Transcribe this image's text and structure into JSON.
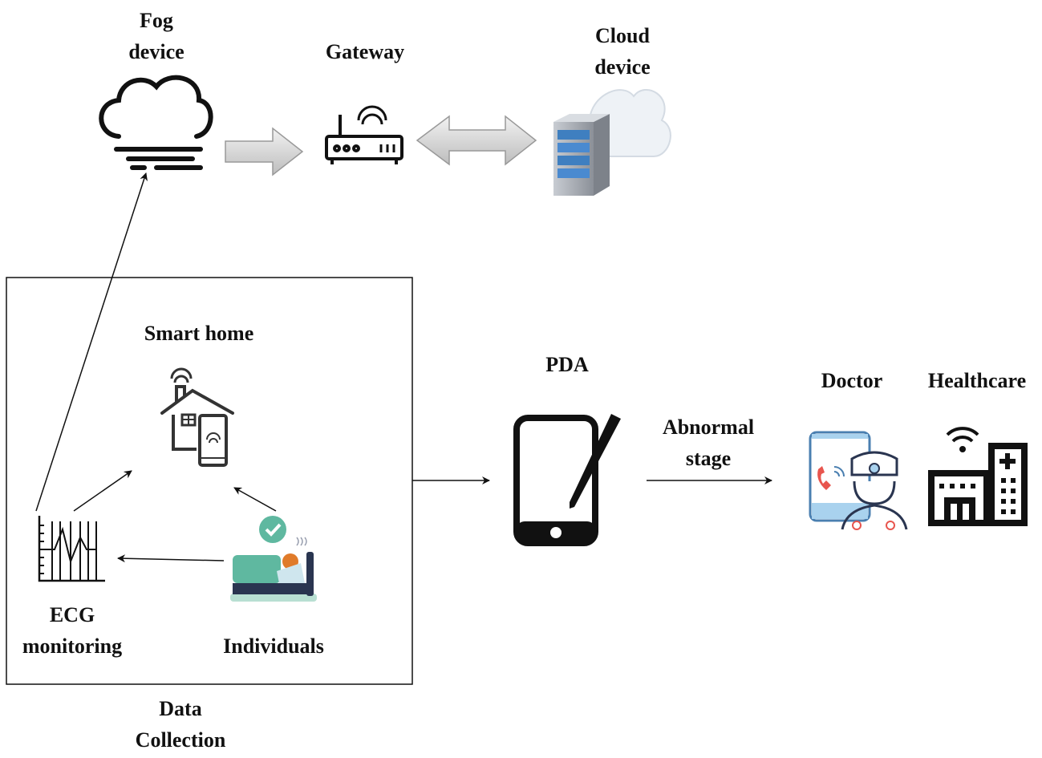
{
  "nodes": {
    "fog": {
      "line1": "Fog",
      "line2": "device",
      "icon": "fog-cloud-icon"
    },
    "gateway": {
      "label": "Gateway",
      "icon": "router-icon"
    },
    "cloud": {
      "line1": "Cloud",
      "line2": "device",
      "icon": "cloud-server-icon"
    },
    "smart_home": {
      "label": "Smart home",
      "icon": "smart-home-icon"
    },
    "ecg": {
      "line1": "ECG",
      "line2": "monitoring",
      "icon": "ecg-chart-icon"
    },
    "individuals": {
      "label": "Individuals",
      "icon": "person-in-bed-icon"
    },
    "data_collection": {
      "line1": "Data",
      "line2": "Collection"
    },
    "pda": {
      "label": "PDA",
      "icon": "pda-phone-pen-icon"
    },
    "abnormal": {
      "line1": "Abnormal",
      "line2": "stage"
    },
    "doctor": {
      "label": "Doctor",
      "icon": "doctor-telehealth-icon"
    },
    "healthcare": {
      "label": "Healthcare",
      "icon": "hospital-icon"
    }
  },
  "colors": {
    "teal": "#5fb8a0",
    "bed_navy": "#2a3550",
    "phone_call_red": "#e8554e",
    "server_blue": "#3f7fc0",
    "arrow_gray": "#d0d0d0"
  }
}
